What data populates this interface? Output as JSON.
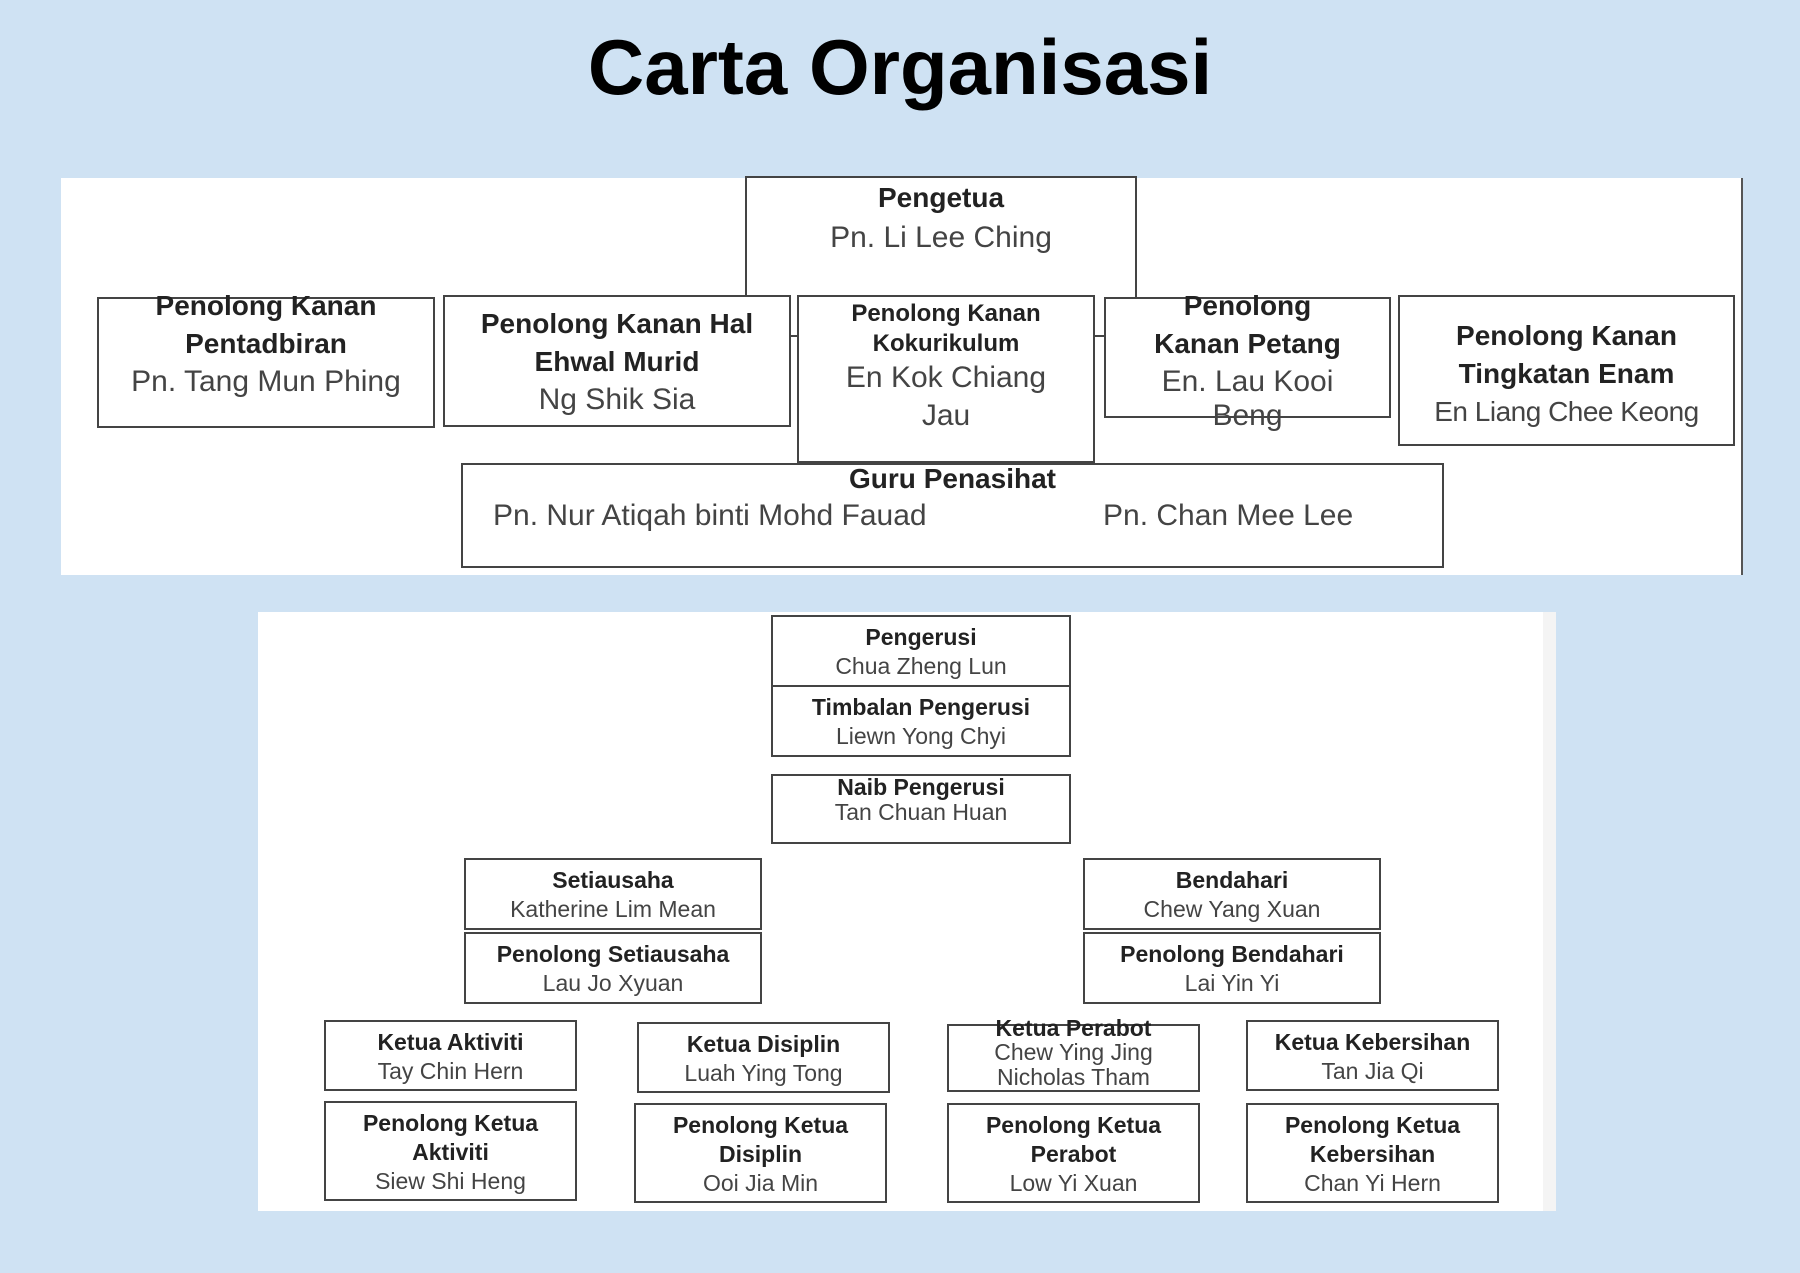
{
  "title": "Carta Organisasi",
  "teachers_chart": {
    "principal": {
      "role": "Pengetua",
      "name": "Pn. Li Lee Ching"
    },
    "senior_assistants": [
      {
        "role_line1": "Penolong Kanan",
        "role_line2": "Pentadbiran",
        "name": "Pn. Tang Mun Phing"
      },
      {
        "role_line1": "Penolong Kanan Hal",
        "role_line2": "Ehwal Murid",
        "name": "Ng Shik Sia"
      },
      {
        "role_line1": "Penolong Kanan",
        "role_line2": "Kokurikulum",
        "name_line1": "En Kok Chiang",
        "name_line2": "Jau"
      },
      {
        "role_line1": "Penolong",
        "role_line2": "Kanan Petang",
        "name_line1": "En. Lau Kooi",
        "name_line2": "Beng"
      },
      {
        "role_line1": "Penolong Kanan",
        "role_line2": "Tingkatan Enam",
        "name": "En Liang Chee Keong"
      }
    ],
    "advisors": {
      "role": "Guru Penasihat",
      "names": [
        "Pn. Nur Atiqah binti Mohd Fauad",
        "Pn. Chan Mee Lee"
      ]
    }
  },
  "committee_chart": {
    "chairman": {
      "role": "Pengerusi",
      "name": "Chua Zheng Lun"
    },
    "deputy_chairman": {
      "role": "Timbalan Pengerusi",
      "name": "Liewn Yong Chyi"
    },
    "vice_chairman": {
      "role": "Naib Pengerusi",
      "name": "Tan Chuan Huan"
    },
    "secretary": {
      "role": "Setiausaha",
      "name": "Katherine Lim Mean"
    },
    "assistant_secretary": {
      "role": "Penolong Setiausaha",
      "name": "Lau Jo Xyuan"
    },
    "treasurer": {
      "role": "Bendahari",
      "name": "Chew Yang Xuan"
    },
    "assistant_treasurer": {
      "role": "Penolong Bendahari",
      "name": "Lai Yin Yi"
    },
    "heads": [
      {
        "role": "Ketua Aktiviti",
        "names": [
          "Tay Chin Hern"
        ]
      },
      {
        "role": "Ketua Disiplin",
        "names": [
          "Luah Ying Tong"
        ]
      },
      {
        "role": "Ketua Perabot",
        "names": [
          "Chew Ying Jing",
          "Nicholas Tham"
        ]
      },
      {
        "role": "Ketua Kebersihan",
        "names": [
          "Tan Jia Qi"
        ]
      }
    ],
    "assistant_heads": [
      {
        "role_line1": "Penolong Ketua",
        "role_line2": "Aktiviti",
        "name": "Siew Shi Heng"
      },
      {
        "role_line1": "Penolong Ketua",
        "role_line2": "Disiplin",
        "name": "Ooi Jia Min"
      },
      {
        "role_line1": "Penolong Ketua",
        "role_line2": "Perabot",
        "name": "Low Yi Xuan"
      },
      {
        "role_line1": "Penolong Ketua",
        "role_line2": "Kebersihan",
        "name": "Chan Yi Hern"
      }
    ]
  }
}
